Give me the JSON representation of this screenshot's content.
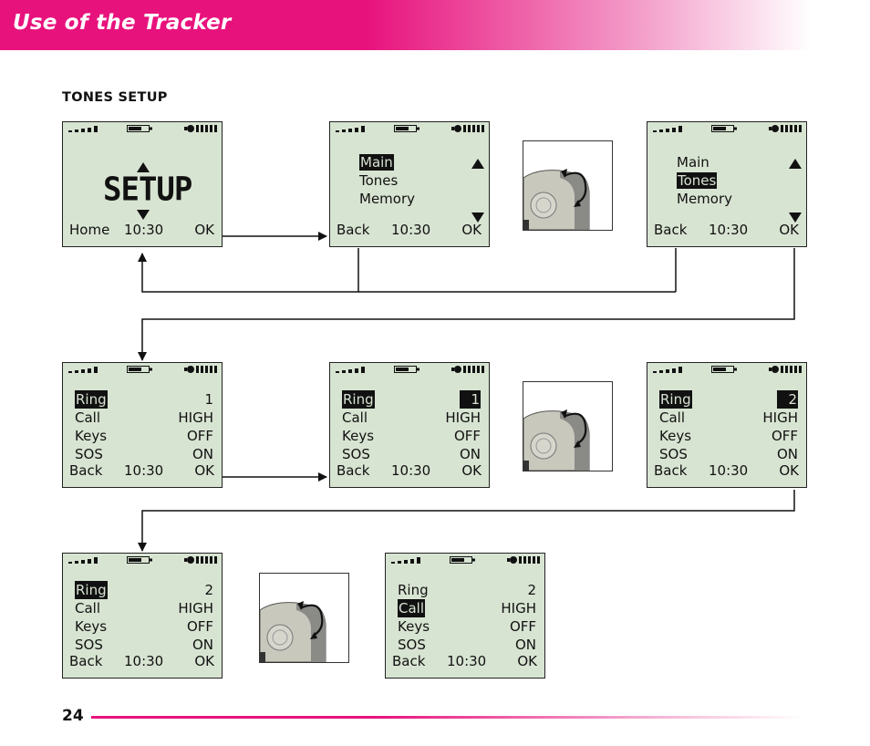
{
  "header": {
    "title": "Use of the Tracker"
  },
  "section": {
    "title": "TONES SETUP"
  },
  "screens": {
    "setup": {
      "title": "SETUP",
      "left": "Home",
      "time": "10:30",
      "right": "OK"
    },
    "menu1": {
      "items": [
        "Main",
        "Tones",
        "Memory"
      ],
      "left": "Back",
      "time": "10:30",
      "right": "OK"
    },
    "menu2": {
      "items": [
        "Main",
        "Tones",
        "Memory"
      ],
      "left": "Back",
      "time": "10:30",
      "right": "OK"
    },
    "tones1": {
      "rows": [
        {
          "label": "Ring",
          "value": "1"
        },
        {
          "label": "Call",
          "value": "HIGH"
        },
        {
          "label": "Keys",
          "value": "OFF"
        },
        {
          "label": "SOS",
          "value": "ON"
        }
      ],
      "left": "Back",
      "time": "10:30",
      "right": "OK"
    },
    "tones2": {
      "rows": [
        {
          "label": "Ring",
          "value": "1"
        },
        {
          "label": "Call",
          "value": "HIGH"
        },
        {
          "label": "Keys",
          "value": "OFF"
        },
        {
          "label": "SOS",
          "value": "ON"
        }
      ],
      "left": "Back",
      "time": "10:30",
      "right": "OK"
    },
    "tones3": {
      "rows": [
        {
          "label": "Ring",
          "value": "2"
        },
        {
          "label": "Call",
          "value": "HIGH"
        },
        {
          "label": "Keys",
          "value": "OFF"
        },
        {
          "label": "SOS",
          "value": "ON"
        }
      ],
      "left": "Back",
      "time": "10:30",
      "right": "OK"
    },
    "tones4": {
      "rows": [
        {
          "label": "Ring",
          "value": "2"
        },
        {
          "label": "Call",
          "value": "HIGH"
        },
        {
          "label": "Keys",
          "value": "OFF"
        },
        {
          "label": "SOS",
          "value": "ON"
        }
      ],
      "left": "Back",
      "time": "10:30",
      "right": "OK"
    },
    "tones5": {
      "rows": [
        {
          "label": "Ring",
          "value": "2"
        },
        {
          "label": "Call",
          "value": "HIGH"
        },
        {
          "label": "Keys",
          "value": "OFF"
        },
        {
          "label": "SOS",
          "value": "ON"
        }
      ],
      "left": "Back",
      "time": "10:30",
      "right": "OK"
    }
  },
  "footer": {
    "page_number": "24"
  },
  "colors": {
    "accent": "#e8127d",
    "lcd": "#d8e4d2"
  }
}
